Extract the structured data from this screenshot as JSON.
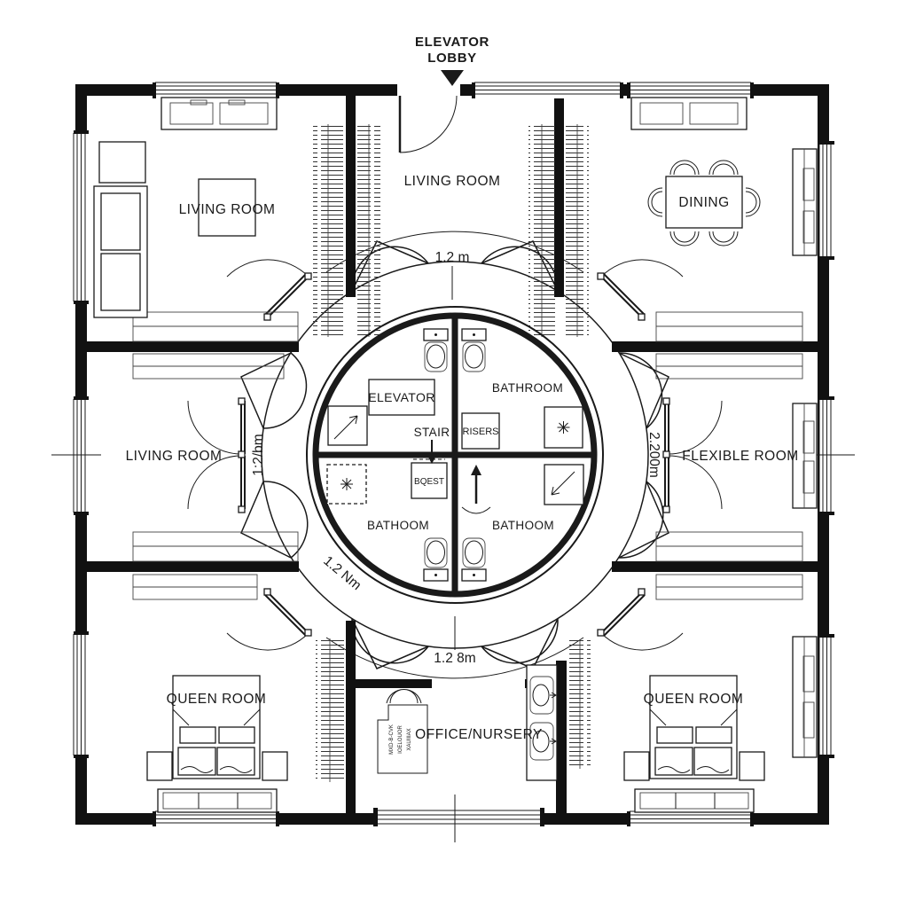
{
  "colors": {
    "ink": "#1a1a1a",
    "wall": "#111111",
    "background": "#ffffff"
  },
  "lobby": {
    "line1": "ELEVATOR",
    "line2": "LOBBY"
  },
  "rooms": {
    "living_top_left": "LIVING ROOM",
    "living_top_center": "LIVING ROOM",
    "dining": "DINING",
    "living_mid_left": "LIVING ROOM",
    "flexible": "FLEXIBLE ROOM",
    "queen_bottom_left": "QUEEN ROOM",
    "office": "OFFICE/NURSERY",
    "queen_bottom_right": "QUEEN ROOM"
  },
  "core": {
    "elevator": "ELEVATOR",
    "stair": "STAIR",
    "risers": "RISERS",
    "bathroom_ne": "BATHROOM",
    "bathroom_sw": "BATHOOM",
    "bathroom_se": "BATHOOM",
    "guest_box": "BQEST"
  },
  "dimensions": {
    "top": "1.2 m",
    "left_vertical": "1:2/bm",
    "right_vertical": "2.200m",
    "lower_left_diagonal": "1.2 Nm",
    "bottom": "1.2 8m"
  },
  "desk_text": {
    "line1": "MXD-B-CVK",
    "line2": "IOELOUOR",
    "line3": "XAUIIIAX"
  }
}
